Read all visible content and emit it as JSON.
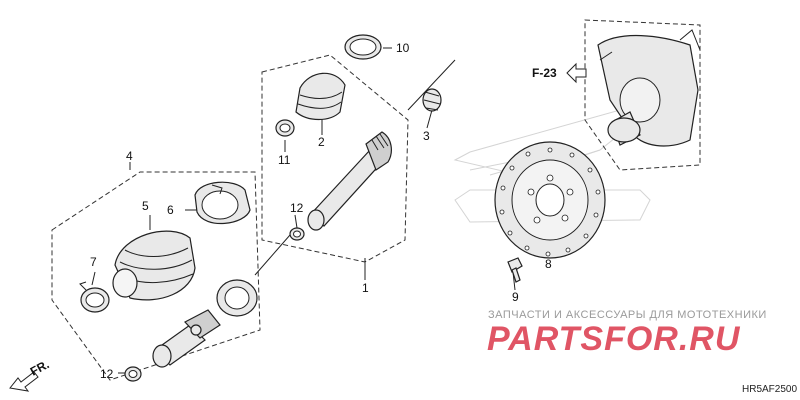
{
  "diagram": {
    "callouts": {
      "c1": "1",
      "c2": "2",
      "c3": "3",
      "c4": "4",
      "c5": "5",
      "c6": "6",
      "c7": "7",
      "c8": "8",
      "c9": "9",
      "c10": "10",
      "c11": "11",
      "c12a": "12",
      "c12b": "12"
    },
    "page_ref": "F-23",
    "direction_label": "FR.",
    "drawing_code": "HR5AF2500"
  },
  "watermark": {
    "caption": "ЗАПЧАСТИ И АКСЕССУАРЫ ДЛЯ МОТОТЕХНИКИ",
    "logo": "PARTSFOR.RU",
    "logo_color": "#e05565"
  }
}
